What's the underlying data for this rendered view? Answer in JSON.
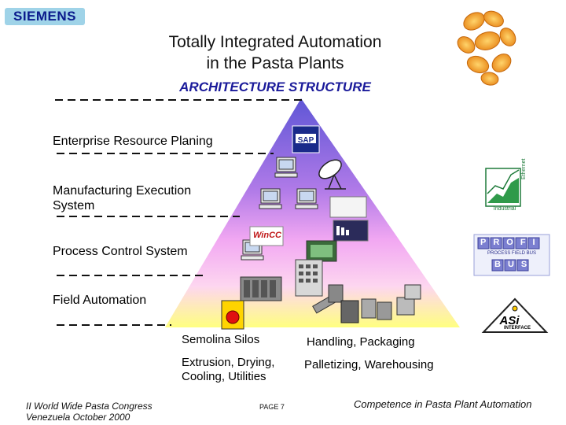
{
  "brand": "SIEMENS",
  "title_line1": "Totally Integrated Automation",
  "title_line2": "in the Pasta Plants",
  "subtitle": "ARCHITECTURE STRUCTURE",
  "levels": [
    {
      "label": "Enterprise Resource Planing"
    },
    {
      "label": "Manufacturing Execution System"
    },
    {
      "label": "Process Control System"
    },
    {
      "label": "Field Automation"
    }
  ],
  "areas": {
    "semolina": "Semolina Silos",
    "handling": "Handling, Packaging",
    "extrusion": "Extrusion, Drying, Cooling, Utilities",
    "palletizing": "Palletizing, Warehousing"
  },
  "logos": {
    "sap": "SAP",
    "wincc": "WinCC",
    "ethernet": "Ethernet",
    "industrial": "Industrial",
    "profibus_top": "PROFI",
    "profibus_bottom": "BUS",
    "profibus_sub": "PROCESS FIELD BUS",
    "asi": "ASi",
    "asi_sub": "INTERFACE"
  },
  "footer": {
    "left_line1": "II World Wide Pasta Congress",
    "left_line2": "Venezuela October 2000",
    "page": "PAGE 7",
    "right": "Competence in Pasta Plant Automation"
  },
  "colors": {
    "brand_bg": "#9fd3e8",
    "brand_text": "#0a1a8c",
    "subtitle": "#1a1a9a",
    "pyramid_top": "#5f56d6",
    "pyramid_mid": "#f2a8f2",
    "pyramid_bottom": "#ffff80"
  }
}
